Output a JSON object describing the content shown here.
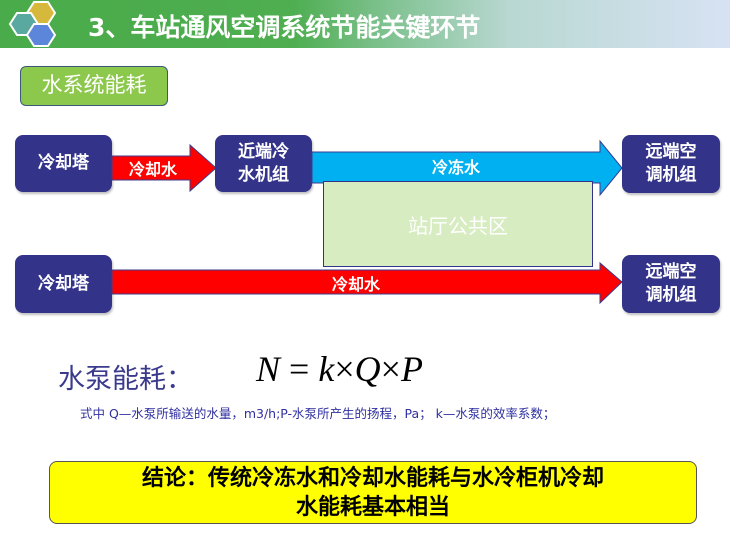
{
  "header": {
    "title": "3、车站通风空调系统节能关键环节",
    "logo_colors": [
      "#d6b83c",
      "#5aa9a0",
      "#5b86d9"
    ]
  },
  "section": {
    "tag": "水系统能耗"
  },
  "diagram": {
    "row1": {
      "source": "冷却塔",
      "link1": "冷却水",
      "chiller": "近端冷水机组",
      "link2": "冷冻水",
      "target": "远端空调机组"
    },
    "zone": "站厅公共区",
    "row2": {
      "source": "冷却塔",
      "link": "冷却水",
      "target": "远端空调机组"
    },
    "colors": {
      "node": "#33338a",
      "cooling_water": "#ff0000",
      "chilled_water": "#00b0f0",
      "zone": "#d7ecc1"
    }
  },
  "formula": {
    "label": "水泵能耗：",
    "N": "N",
    "eq": "=",
    "k": "k",
    "times1": "×",
    "Q": "Q",
    "times2": "×",
    "P": "P",
    "note": "式中 Q—水泵所输送的水量，m3/h;P-水泵所产生的扬程，Pa； k—水泵的效率系数；"
  },
  "conclusion": {
    "line1": "结论：传统冷冻水和冷却水能耗与水冷柜机冷却",
    "line2": "水能耗基本相当"
  }
}
